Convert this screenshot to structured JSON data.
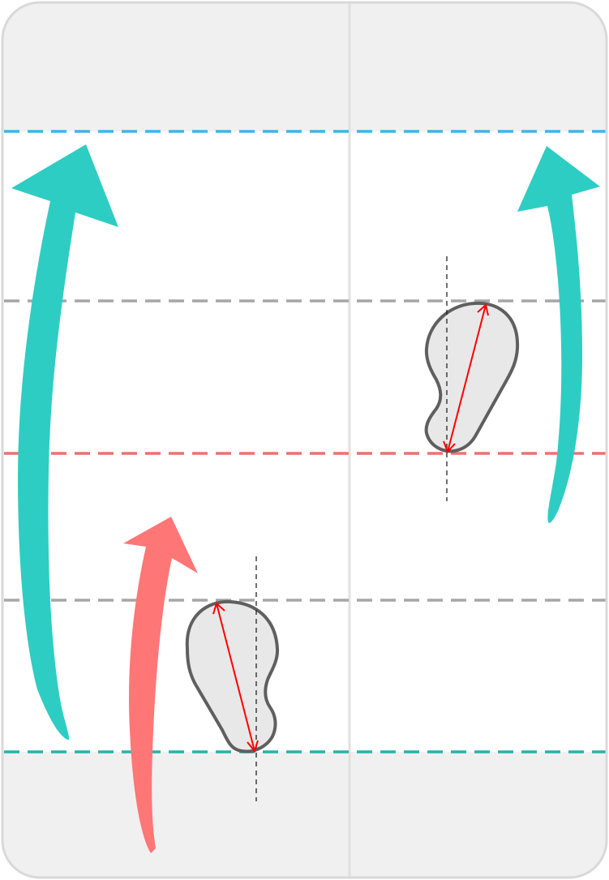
{
  "colors": {
    "frame_border": "#d9d9d9",
    "shaded_band": "#f0f0f0",
    "content_area": "#ffffff",
    "center_divider": "#e0e0e0",
    "line_top_blue": "#3db5ea",
    "line_gray": "#a6a6a6",
    "line_red": "#f07070",
    "line_bottom_teal": "#26b3a8",
    "arrow_teal": "#2ecdc3",
    "arrow_coral": "#ff7676",
    "foot_fill": "#e8e8e8",
    "foot_stroke": "#5f5f5f",
    "measure_arrow": "#ff0000",
    "center_axis": "#222222"
  },
  "panels": [
    "left-panel",
    "right-panel"
  ],
  "reference_lines": [
    "top-blue",
    "upper-gray",
    "middle-red",
    "lower-gray",
    "bottom-teal"
  ],
  "arrows": [
    "left-teal",
    "left-coral",
    "right-teal"
  ],
  "footprints": [
    "left-foot",
    "right-foot"
  ]
}
